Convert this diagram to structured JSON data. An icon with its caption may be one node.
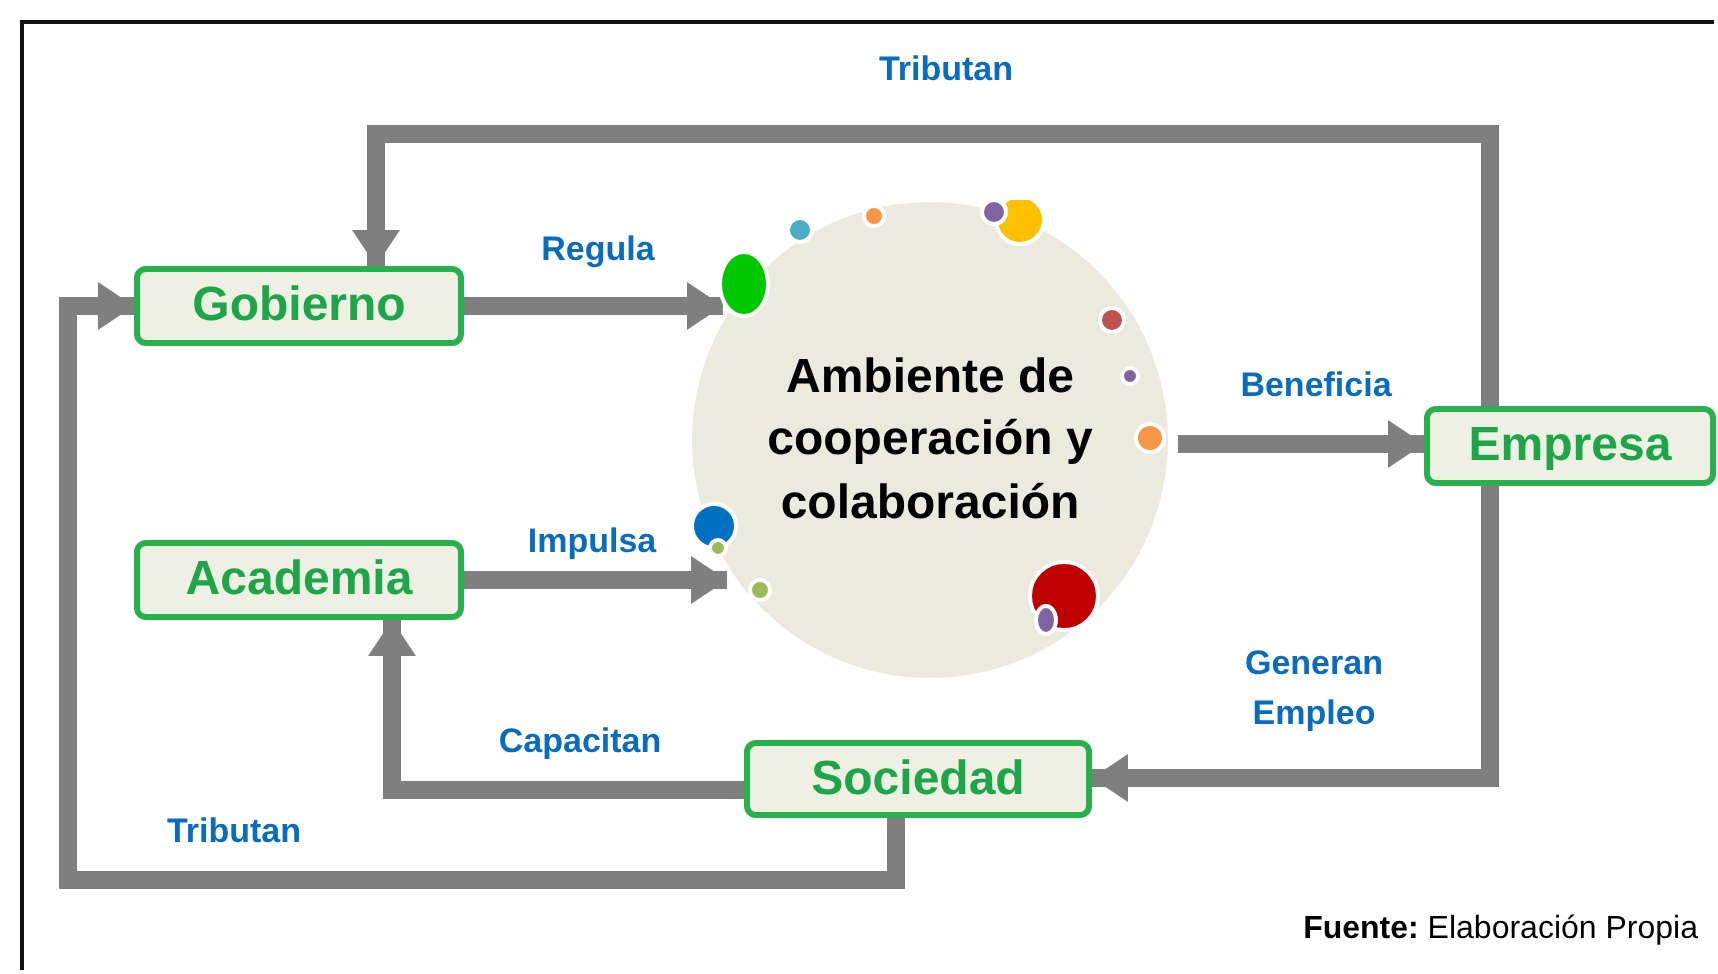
{
  "diagram": {
    "caption": "**Fuente:** Elaboración Propia",
    "nodes": [
      {
        "text": [
          "Gobierno"
        ]
      },
      {
        "text": [
          "Academia"
        ]
      },
      {
        "text": [
          "Ambiente de cooperación y colaboración"
        ]
      },
      {
        "text": [
          "Empresa"
        ]
      },
      {
        "text": [
          "Sociedad"
        ]
      }
    ],
    "edges": [
      {
        "from": 0,
        "to": 2,
        "arrow": "to",
        "label": "Regula"
      },
      {
        "from": 1,
        "to": 2,
        "arrow": "to",
        "label": "Impulsa"
      },
      {
        "from": 2,
        "to": 3,
        "arrow": "to",
        "label": "Beneficia"
      },
      {
        "from": 3,
        "to": 0,
        "arrow": "to",
        "label": "Tributan"
      },
      {
        "from": 3,
        "to": 4,
        "arrow": "to",
        "label": "Generan Empleo"
      },
      {
        "from": 4,
        "to": 1,
        "arrow": "to",
        "label": "Capacitan"
      },
      {
        "from": 4,
        "to": 0,
        "arrow": "to",
        "label": "Tributan"
      }
    ]
  }
}
